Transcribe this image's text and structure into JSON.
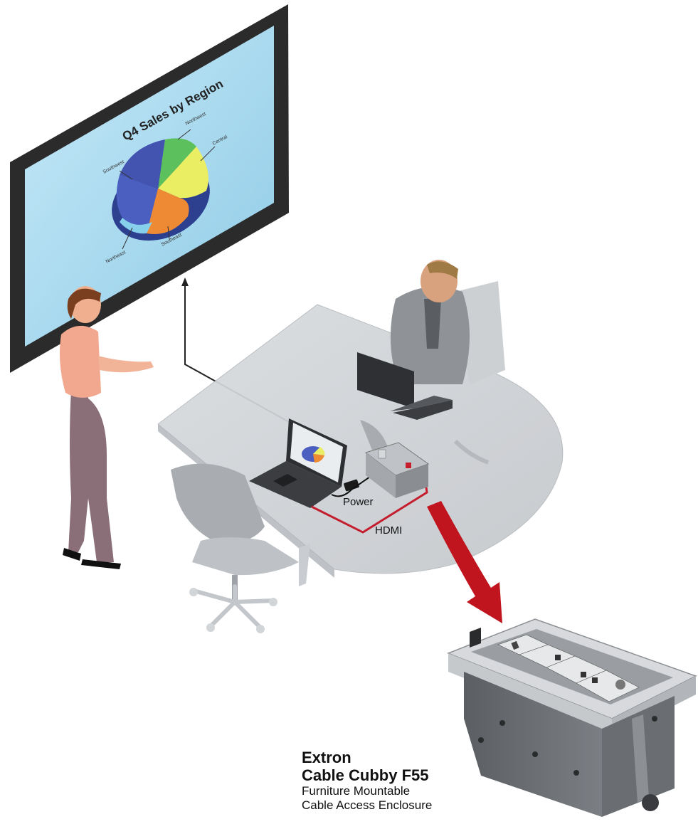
{
  "slide": {
    "title": "Q4 Sales by Region",
    "labels": {
      "northwest": "Northwest",
      "central": "Central",
      "southwest": "Southwest",
      "southeast": "Southeast",
      "northeast": "Northeast"
    }
  },
  "cables": {
    "power": "Power",
    "hdmi": "HDMI"
  },
  "product": {
    "brand": "Extron",
    "model": "Cable Cubby F55",
    "desc_line1": "Furniture Mountable",
    "desc_line2": "Cable Access Enclosure"
  },
  "colors": {
    "cable_red": "#c41e2e",
    "arrow_red": "#c0151f",
    "screen_bezel": "#2b2b2b",
    "slide_bg": "#a9d8ee"
  }
}
